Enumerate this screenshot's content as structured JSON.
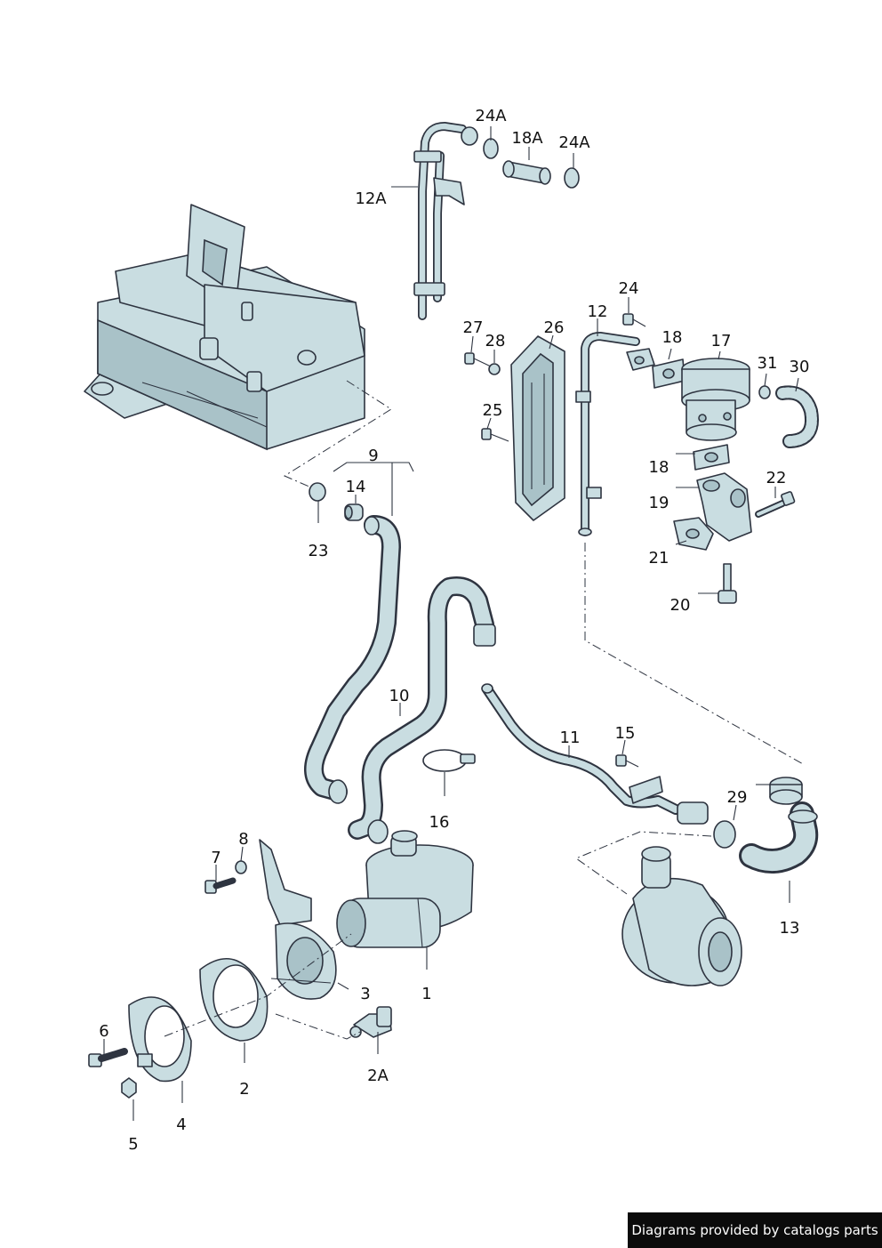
{
  "labels": {
    "l24A_a": "24A",
    "l18A": "18A",
    "l24A_b": "24A",
    "l12A": "12A",
    "l24": "24",
    "l12": "12",
    "l18_top": "18",
    "l17": "17",
    "l31": "31",
    "l30": "30",
    "l27": "27",
    "l28": "28",
    "l26": "26",
    "l25": "25",
    "l18_low": "18",
    "l22": "22",
    "l19": "19",
    "l21": "21",
    "l20": "20",
    "l9": "9",
    "l14": "14",
    "l23": "23",
    "l10": "10",
    "l16": "16",
    "l11": "11",
    "l15": "15",
    "l29": "29",
    "l13": "13",
    "l7": "7",
    "l8": "8",
    "l3": "3",
    "l1": "1",
    "l6": "6",
    "l2": "2",
    "l2A": "2A",
    "l4": "4",
    "l5": "5"
  },
  "footer": {
    "text": "Diagrams provided by catalogs parts"
  }
}
